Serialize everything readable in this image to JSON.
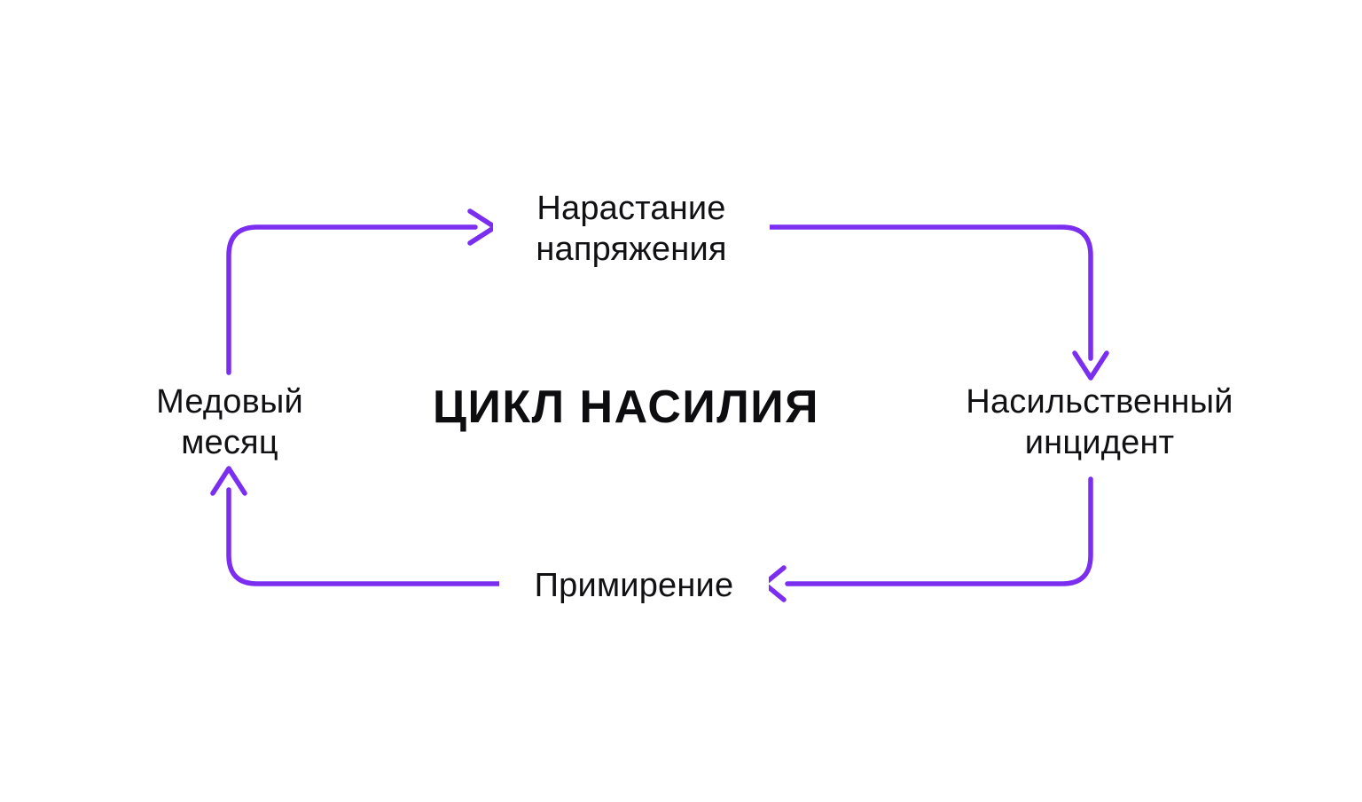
{
  "diagram": {
    "center_title": "ЦИКЛ НАСИЛИЯ",
    "accent_color": "#7B2EF0",
    "text_color": "#111114",
    "background_color": "#FFFFFF",
    "nodes": [
      {
        "id": "tension",
        "label": "Нарастание\nнапряжения",
        "position": "top"
      },
      {
        "id": "incident",
        "label": "Насильственный\nинцидент",
        "position": "right"
      },
      {
        "id": "reconciliation",
        "label": "Примирение",
        "position": "bottom"
      },
      {
        "id": "honeymoon",
        "label": "Медовый\nмесяц",
        "position": "left"
      }
    ],
    "edges": [
      {
        "from": "honeymoon",
        "to": "tension",
        "direction": "right"
      },
      {
        "from": "tension",
        "to": "incident",
        "direction": "down"
      },
      {
        "from": "incident",
        "to": "reconciliation",
        "direction": "left"
      },
      {
        "from": "reconciliation",
        "to": "honeymoon",
        "direction": "up"
      }
    ]
  }
}
